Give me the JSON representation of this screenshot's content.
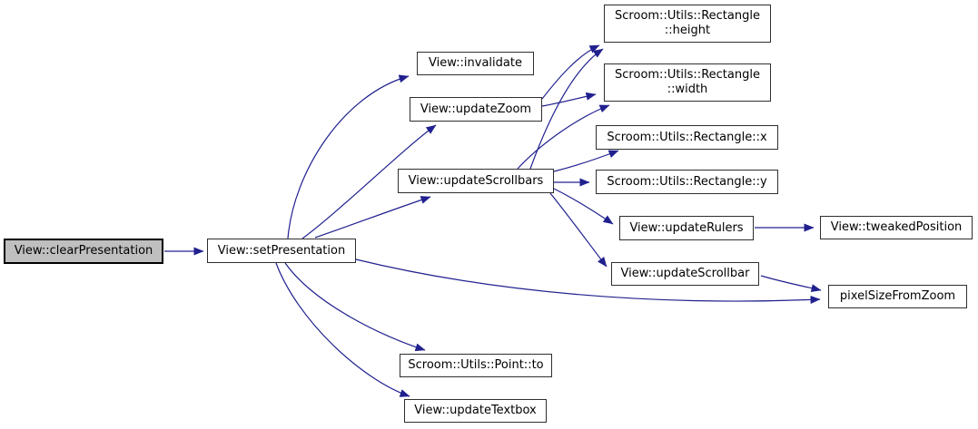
{
  "diagram": {
    "type": "call-graph",
    "colors": {
      "background": "#ffffff",
      "edge": "#20208f",
      "node_border": "#2e2e2e",
      "node_fill": "#ffffff",
      "highlight_fill": "#bfbfbf",
      "text": "#000000"
    },
    "nodes": [
      {
        "id": "view-clear-presentation",
        "label": "View::clearPresentation",
        "highlighted": true
      },
      {
        "id": "view-set-presentation",
        "label": "View::setPresentation",
        "highlighted": false
      },
      {
        "id": "view-invalidate",
        "label": "View::invalidate",
        "highlighted": false
      },
      {
        "id": "view-update-zoom",
        "label": "View::updateZoom",
        "highlighted": false
      },
      {
        "id": "view-update-scrollbars",
        "label": "View::updateScrollbars",
        "highlighted": false
      },
      {
        "id": "rectangle-height",
        "label": "Scroom::Utils::Rectangle\n::height",
        "highlighted": false
      },
      {
        "id": "rectangle-width",
        "label": "Scroom::Utils::Rectangle\n::width",
        "highlighted": false
      },
      {
        "id": "rectangle-x",
        "label": "Scroom::Utils::Rectangle::x",
        "highlighted": false
      },
      {
        "id": "rectangle-y",
        "label": "Scroom::Utils::Rectangle::y",
        "highlighted": false
      },
      {
        "id": "view-update-rulers",
        "label": "View::updateRulers",
        "highlighted": false
      },
      {
        "id": "view-tweaked-position",
        "label": "View::tweakedPosition",
        "highlighted": false
      },
      {
        "id": "view-update-scrollbar",
        "label": "View::updateScrollbar",
        "highlighted": false
      },
      {
        "id": "pixel-size-from-zoom",
        "label": "pixelSizeFromZoom",
        "highlighted": false
      },
      {
        "id": "point-to",
        "label": "Scroom::Utils::Point::to",
        "highlighted": false
      },
      {
        "id": "view-update-textbox",
        "label": "View::updateTextbox",
        "highlighted": false
      }
    ],
    "edges": [
      {
        "from": "view-clear-presentation",
        "to": "view-set-presentation"
      },
      {
        "from": "view-set-presentation",
        "to": "view-invalidate"
      },
      {
        "from": "view-set-presentation",
        "to": "view-update-zoom"
      },
      {
        "from": "view-set-presentation",
        "to": "view-update-scrollbars"
      },
      {
        "from": "view-set-presentation",
        "to": "pixel-size-from-zoom"
      },
      {
        "from": "view-set-presentation",
        "to": "point-to"
      },
      {
        "from": "view-set-presentation",
        "to": "view-update-textbox"
      },
      {
        "from": "view-update-zoom",
        "to": "rectangle-height"
      },
      {
        "from": "view-update-zoom",
        "to": "rectangle-width"
      },
      {
        "from": "view-update-scrollbars",
        "to": "rectangle-height"
      },
      {
        "from": "view-update-scrollbars",
        "to": "rectangle-width"
      },
      {
        "from": "view-update-scrollbars",
        "to": "rectangle-x"
      },
      {
        "from": "view-update-scrollbars",
        "to": "rectangle-y"
      },
      {
        "from": "view-update-scrollbars",
        "to": "view-update-rulers"
      },
      {
        "from": "view-update-scrollbars",
        "to": "view-update-scrollbar"
      },
      {
        "from": "view-update-rulers",
        "to": "view-tweaked-position"
      },
      {
        "from": "view-update-scrollbar",
        "to": "pixel-size-from-zoom"
      }
    ]
  }
}
